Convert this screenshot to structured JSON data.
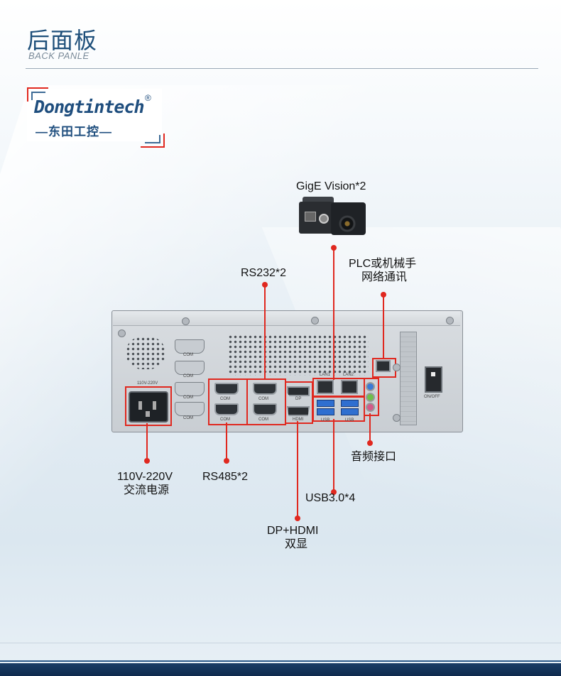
{
  "header": {
    "title": "后面板",
    "subtitle": "BACK PANLE"
  },
  "logo": {
    "brand": "Dongtintech",
    "registered": "®",
    "chinese": "—东田工控—"
  },
  "callouts": {
    "gige": "GigE Vision*2",
    "plc_line1": "PLC或机械手",
    "plc_line2": "网络通讯",
    "rs232": "RS232*2",
    "audio": "音频接口",
    "power_line1": "110V-220V",
    "power_line2": "交流电源",
    "rs485": "RS485*2",
    "usb": "USB3.0*4",
    "dp_line1": "DP+HDMI",
    "dp_line2": "双显"
  },
  "panel_labels": {
    "com": "COM",
    "dp": "DP",
    "hdmi": "HDMI",
    "usb": "USB",
    "lan1": "LAN1",
    "lan2": "LAN2",
    "onoff": "ON/OFF",
    "voltage": "110V-220V"
  },
  "colors": {
    "accent": "#e0281f",
    "title": "#1e4f7a",
    "brand": "#1f4e7e",
    "footer": "#0e2a4d"
  }
}
